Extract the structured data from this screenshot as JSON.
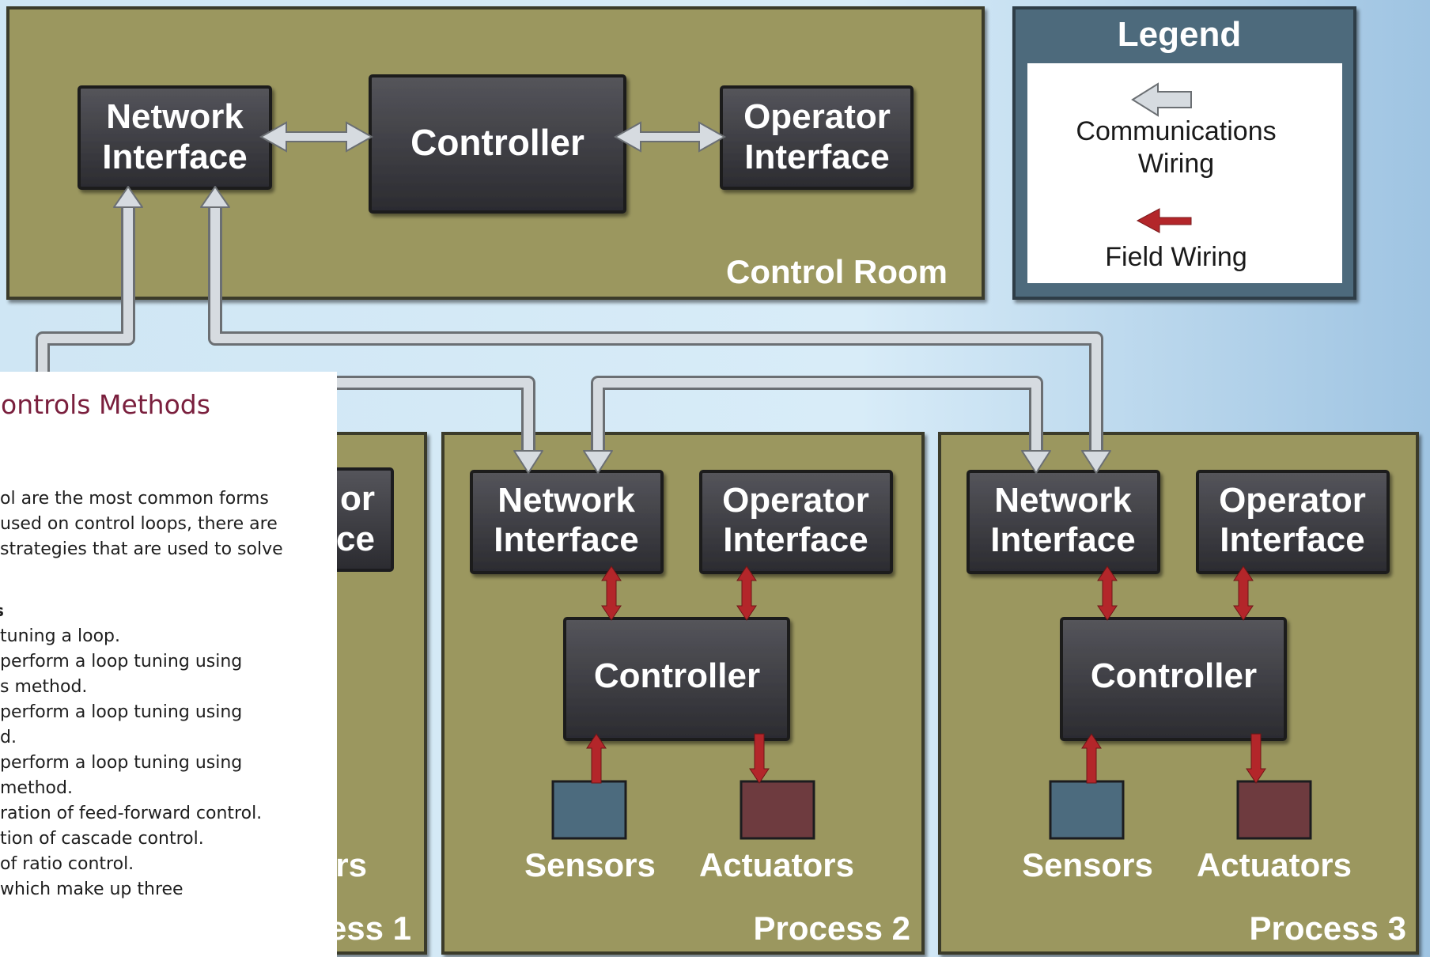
{
  "diagram": {
    "control_room": {
      "label": "Control Room",
      "network_interface": [
        "Network",
        "Interface"
      ],
      "controller": "Controller",
      "operator_interface": [
        "Operator",
        "Interface"
      ]
    },
    "legend": {
      "title": "Legend",
      "communications": [
        "Communications",
        "Wiring"
      ],
      "field": "Field Wiring"
    },
    "process1": {
      "label": "ess 1",
      "operator_partial": [
        "or",
        "ce"
      ],
      "sensors_partial": "rs"
    },
    "processes": [
      {
        "label": "Process 2",
        "network_interface": [
          "Network",
          "Interface"
        ],
        "operator_interface": [
          "Operator",
          "Interface"
        ],
        "controller": "Controller",
        "sensors": "Sensors",
        "actuators": "Actuators"
      },
      {
        "label": "Process 3",
        "network_interface": [
          "Network",
          "Interface"
        ],
        "operator_interface": [
          "Operator",
          "Interface"
        ],
        "controller": "Controller",
        "sensors": "Sensors",
        "actuators": "Actuators"
      }
    ],
    "colors": {
      "room_fill": "#9b975e",
      "box_fill": "#3d3d42",
      "field_wire": "#b3262a",
      "comm_wire": "#d6dbe0",
      "sensor_fill": "#4c6b7e",
      "actuator_fill": "#6e3b3f"
    }
  },
  "slide": {
    "title": "Controls Methods",
    "intro": [
      "ol are the most common forms",
      " used on control loops, there are",
      "strategies that are used to solve"
    ],
    "objectives_heading": "s",
    "objectives": [
      " tuning a loop.",
      "perform a loop tuning using",
      "s method.",
      "perform a loop tuning using",
      "d.",
      "perform a loop tuning using",
      " method.",
      "ration of feed-forward control.",
      "tion of cascade control.",
      " of ratio control.",
      "which make up three"
    ]
  }
}
